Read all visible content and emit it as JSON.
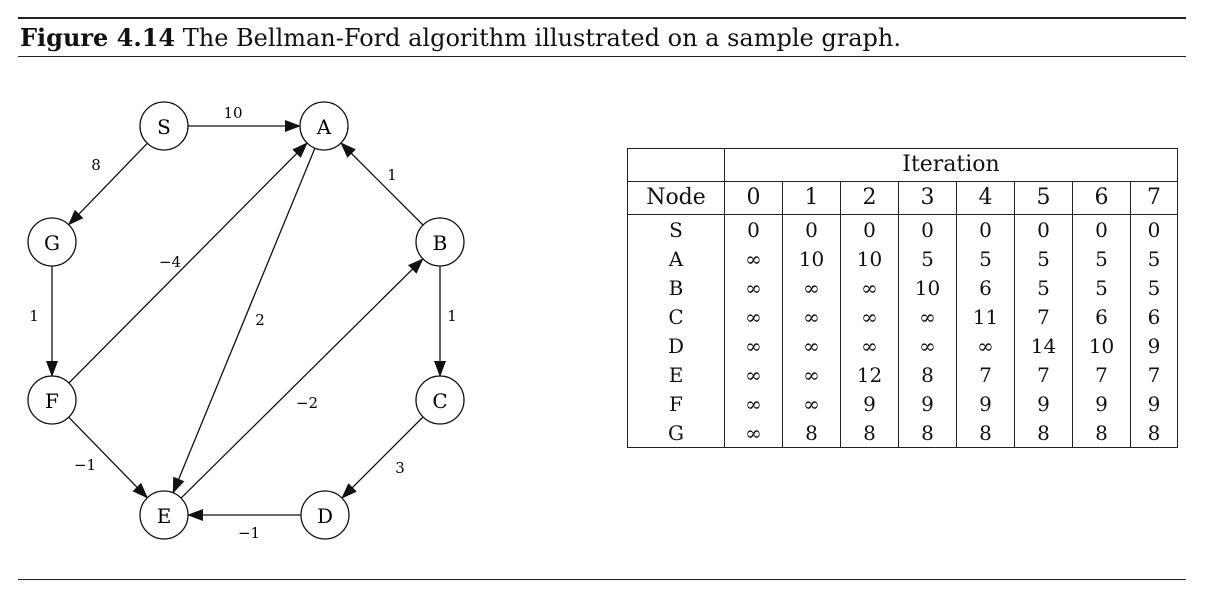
{
  "caption": {
    "label": "Figure 4.14",
    "text": "The Bellman-Ford algorithm illustrated on a sample graph."
  },
  "graph": {
    "nodes": [
      {
        "id": "S",
        "label": "S"
      },
      {
        "id": "A",
        "label": "A"
      },
      {
        "id": "G",
        "label": "G"
      },
      {
        "id": "B",
        "label": "B"
      },
      {
        "id": "F",
        "label": "F"
      },
      {
        "id": "C",
        "label": "C"
      },
      {
        "id": "E",
        "label": "E"
      },
      {
        "id": "D",
        "label": "D"
      }
    ],
    "edges": [
      {
        "from": "S",
        "to": "A",
        "weight": "10"
      },
      {
        "from": "S",
        "to": "G",
        "weight": "8"
      },
      {
        "from": "B",
        "to": "A",
        "weight": "1"
      },
      {
        "from": "G",
        "to": "F",
        "weight": "1"
      },
      {
        "from": "F",
        "to": "A",
        "weight": "−4"
      },
      {
        "from": "A",
        "to": "E",
        "weight": "2"
      },
      {
        "from": "B",
        "to": "C",
        "weight": "1"
      },
      {
        "from": "E",
        "to": "B",
        "weight": "−2"
      },
      {
        "from": "F",
        "to": "E",
        "weight": "−1"
      },
      {
        "from": "C",
        "to": "D",
        "weight": "3"
      },
      {
        "from": "D",
        "to": "E",
        "weight": "−1"
      }
    ]
  },
  "table": {
    "group_header": "Iteration",
    "node_header": "Node",
    "iterations": [
      "0",
      "1",
      "2",
      "3",
      "4",
      "5",
      "6",
      "7"
    ],
    "rows": [
      {
        "node": "S",
        "values": [
          "0",
          "0",
          "0",
          "0",
          "0",
          "0",
          "0",
          "0"
        ]
      },
      {
        "node": "A",
        "values": [
          "∞",
          "10",
          "10",
          "5",
          "5",
          "5",
          "5",
          "5"
        ]
      },
      {
        "node": "B",
        "values": [
          "∞",
          "∞",
          "∞",
          "10",
          "6",
          "5",
          "5",
          "5"
        ]
      },
      {
        "node": "C",
        "values": [
          "∞",
          "∞",
          "∞",
          "∞",
          "11",
          "7",
          "6",
          "6"
        ]
      },
      {
        "node": "D",
        "values": [
          "∞",
          "∞",
          "∞",
          "∞",
          "∞",
          "14",
          "10",
          "9"
        ]
      },
      {
        "node": "E",
        "values": [
          "∞",
          "∞",
          "12",
          "8",
          "7",
          "7",
          "7",
          "7"
        ]
      },
      {
        "node": "F",
        "values": [
          "∞",
          "∞",
          "9",
          "9",
          "9",
          "9",
          "9",
          "9"
        ]
      },
      {
        "node": "G",
        "values": [
          "∞",
          "8",
          "8",
          "8",
          "8",
          "8",
          "8",
          "8"
        ]
      }
    ]
  }
}
